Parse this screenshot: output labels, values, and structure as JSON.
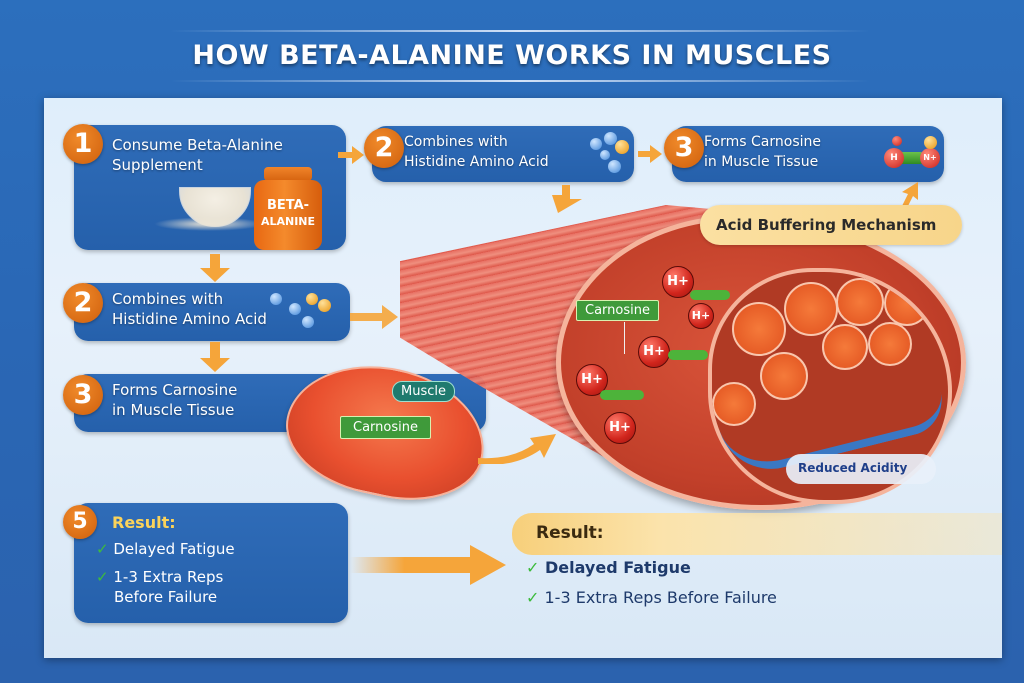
{
  "title": "HOW BETA-ALANINE WORKS IN MUSCLES",
  "colors": {
    "background_blue": "#2b67b6",
    "card_blue": "#2a65b0",
    "badge_orange": "#e07a1f",
    "arrow_orange": "#f5a53a",
    "carnosine_green": "#3f9a3a",
    "muscle_red": "#e24a32",
    "result_banner": "#f7d58a",
    "dark_text": "#1e3a6b"
  },
  "left_steps": [
    {
      "number": "1",
      "label_line1": "Consume Beta-Alanine",
      "label_line2": "Supplement",
      "icon": "supplement-jar-icon",
      "jar_label_line1": "BETA-",
      "jar_label_line2": "ALANINE"
    },
    {
      "number": "2",
      "label_line1": "Combines with",
      "label_line2": "Histidine Amino Acid",
      "icon": "molecule-icon"
    },
    {
      "number": "3",
      "label_line1": "Forms Carnosine",
      "label_line2": "in Muscle Tissue",
      "icon": "muscle-cross-section-icon",
      "tag_muscle": "Muscle",
      "tag_carnosine": "Carnosine"
    },
    {
      "number": "5",
      "label": "Result:",
      "items": [
        "Delayed Fatigue",
        "1-3 Extra Reps",
        "Before Failure"
      ]
    }
  ],
  "top_steps": [
    {
      "number": "2",
      "label_line1": "Combines with",
      "label_line2": "Histidine Amino Acid",
      "icon": "molecule-icon"
    },
    {
      "number": "3",
      "label_line1": "Forms Carnosine",
      "label_line2": "in Muscle Tissue",
      "icon": "h-n-molecule-icon",
      "atom_h": "H",
      "atom_n": "N+"
    }
  ],
  "muscle_diagram": {
    "banner": "Acid Buffering Mechanism",
    "carnosine_label": "Carnosine",
    "hydrogen_ion": "H+",
    "reduced_acidity": "Reduced Acidity"
  },
  "result_right": {
    "heading": "Result:",
    "items": [
      "Delayed Fatigue",
      "1-3 Extra Reps Before Failure"
    ]
  },
  "check_mark": "✓"
}
